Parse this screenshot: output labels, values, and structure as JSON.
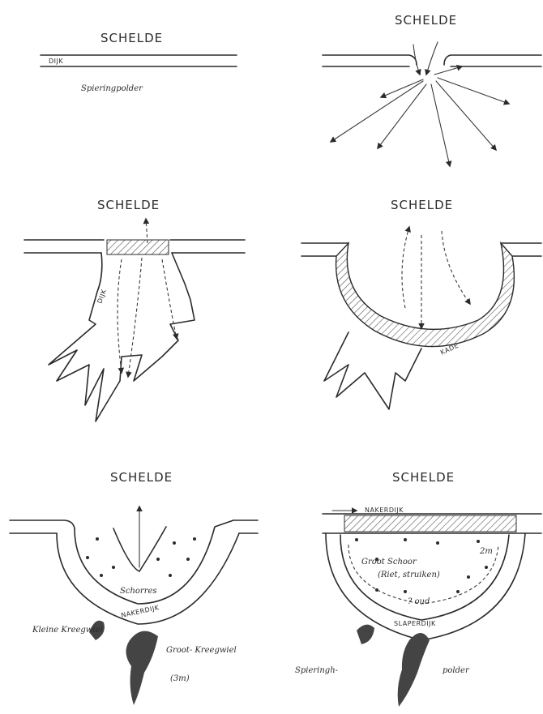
{
  "panels": {
    "p1": {
      "river": "SCHELDE",
      "dike": "DIJK",
      "polder": "Spieringpolder"
    },
    "p2": {
      "river": "SCHELDE"
    },
    "p3": {
      "river": "SCHELDE",
      "label": "DIJK"
    },
    "p4": {
      "river": "SCHELDE",
      "label": "KADE"
    },
    "p5": {
      "river": "SCHELDE",
      "schorre": "Schorres",
      "nakeerdijk": "NAKERDIJK",
      "klein_kreek": "Kleine Kreegwiel",
      "groot_kreek": "Groot- Kreegwiel",
      "depth": "(3m)"
    },
    "p6": {
      "river": "SCHELDE",
      "nakeerdijk_top": "NAKERDIJK",
      "groot_schoor": "Groot Schoor",
      "riet": "(Riet, struiken)",
      "depth": "2m",
      "fragment": "? oud",
      "slaperdijk": "SLAPERDIJK",
      "polder_a": "Spieringh-",
      "polder_b": "polder"
    }
  },
  "colors": {
    "ink": "#2b2b2b",
    "hatch": "#555555",
    "paper": "#ffffff"
  }
}
